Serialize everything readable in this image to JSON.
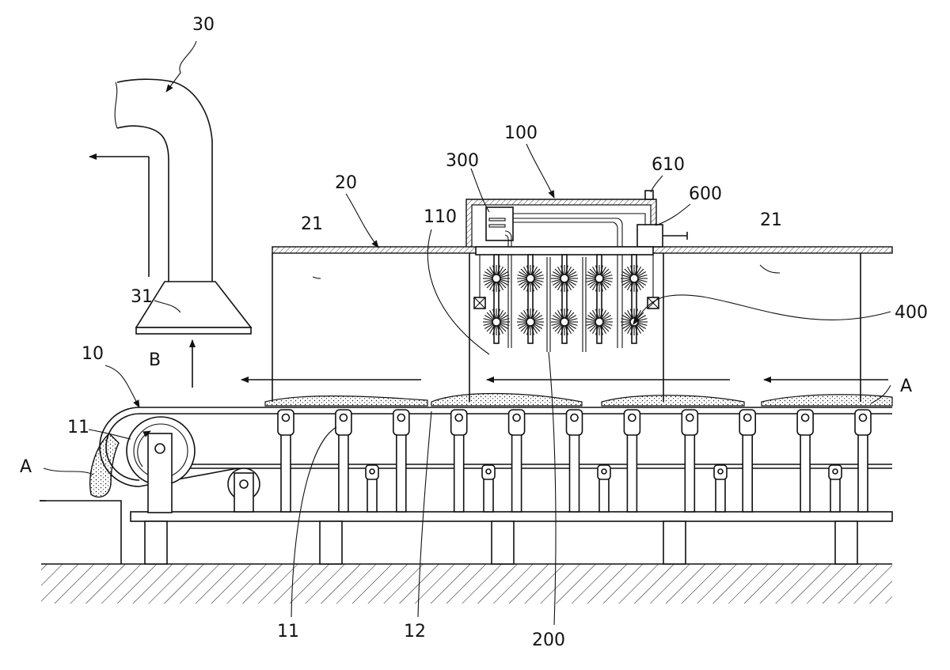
{
  "labels": {
    "l30": "30",
    "l31": "31",
    "l10": "10",
    "l11a": "11",
    "lA_left": "A",
    "lB": "B",
    "l20": "20",
    "l21a": "21",
    "l21b": "21",
    "l110": "110",
    "l300": "300",
    "l100": "100",
    "l610": "610",
    "l600": "600",
    "l400": "400",
    "lA_right": "A",
    "l11b": "11",
    "l12": "12",
    "l200": "200"
  },
  "counts": {
    "rollers": 11,
    "lower_rollers": 5,
    "brush_columns": 5
  }
}
